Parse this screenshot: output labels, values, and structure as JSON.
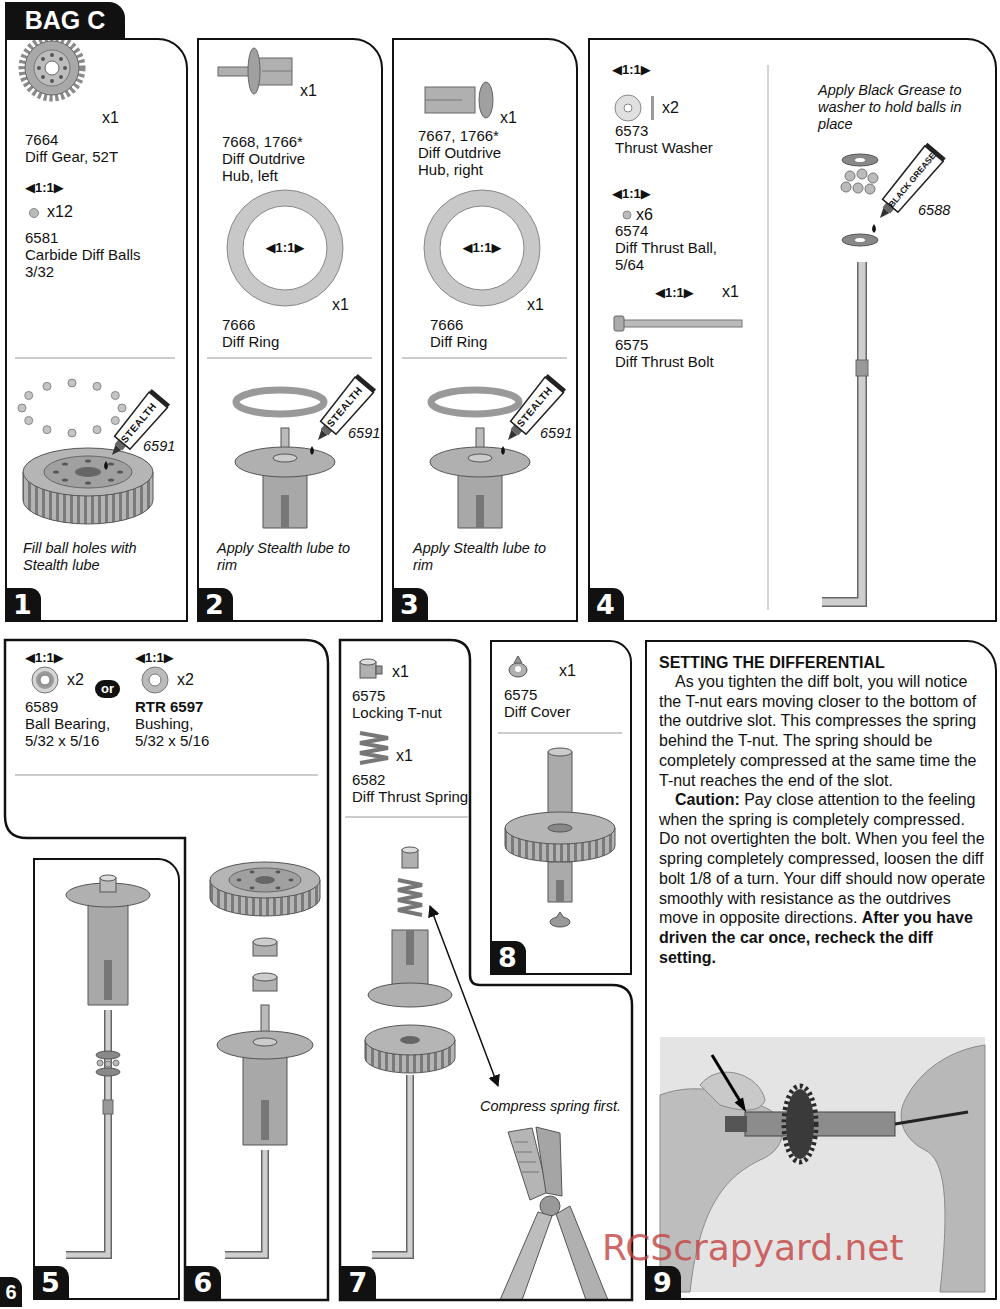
{
  "diagram": {
    "nodes": [
      {
        "text": [
          "BAG C"
        ]
      },
      {
        "text": [
          "x1",
          "7664",
          "Diff Gear, 52T",
          "◀1:1▶",
          "x12",
          "6581",
          "Carbide Diff Balls 3/32",
          "6591",
          "STEALTH",
          "Fill ball holes with Stealth lube",
          "1"
        ]
      },
      {
        "text": [
          "x1",
          "7668, 1766*",
          "Diff Outdrive Hub, left",
          "◀1:1▶",
          "x1",
          "7666",
          "Diff Ring",
          "6591",
          "STEALTH",
          "Apply Stealth lube to rim",
          "2"
        ]
      },
      {
        "text": [
          "x1",
          "7667, 1766*",
          "Diff Outdrive Hub, right",
          "◀1:1▶",
          "x1",
          "7666",
          "Diff Ring",
          "6591",
          "STEALTH",
          "Apply Stealth lube to rim",
          "3"
        ]
      },
      {
        "text": [
          "◀1:1▶",
          "x2",
          "6573",
          "Thrust Washer",
          "◀1:1▶",
          "x6",
          "6574",
          "Diff Thrust Ball, 5/64",
          "◀1:1▶",
          "x1",
          "6575",
          "Diff Thrust Bolt",
          "Apply Black Grease to washer to hold balls in place",
          "BLACK GREASE",
          "6588",
          "4"
        ]
      },
      {
        "text": [
          "◀1:1▶",
          "x2",
          "or",
          "◀1:1▶",
          "x2",
          "6589",
          "Ball Bearing, 5/32 x 5/16",
          "RTR 6597",
          "Bushing, 5/32 x 5/16",
          "6"
        ]
      },
      {
        "text": [
          "5"
        ]
      },
      {
        "text": [
          "x1",
          "6575",
          "Locking T-nut",
          "x1",
          "6582",
          "Diff Thrust Spring",
          "Compress spring first.",
          "7"
        ]
      },
      {
        "text": [
          "x1",
          "6575",
          "Diff Cover",
          "8"
        ]
      },
      {
        "text": [
          "SETTING THE DIFFERENTIAL",
          "As you tighten the diff bolt, you will notice the T-nut ears moving closer to the bottom of the outdrive slot. This compresses the spring behind the T-nut. The spring should be completely compressed at the same time the T-nut reaches the end of the slot.",
          "Caution:",
          "Pay close attention to the feeling when the spring is completely compressed. Do not overtighten the bolt. When you feel the spring completely compressed, loosen the diff bolt 1/8 of a turn. Your diff should now operate smoothly with resistance as the outdrives move in opposite directions.",
          "After you have driven the car once, recheck the diff setting.",
          "9"
        ]
      }
    ],
    "labels": [
      "6",
      "RCScrapyard.net"
    ]
  }
}
